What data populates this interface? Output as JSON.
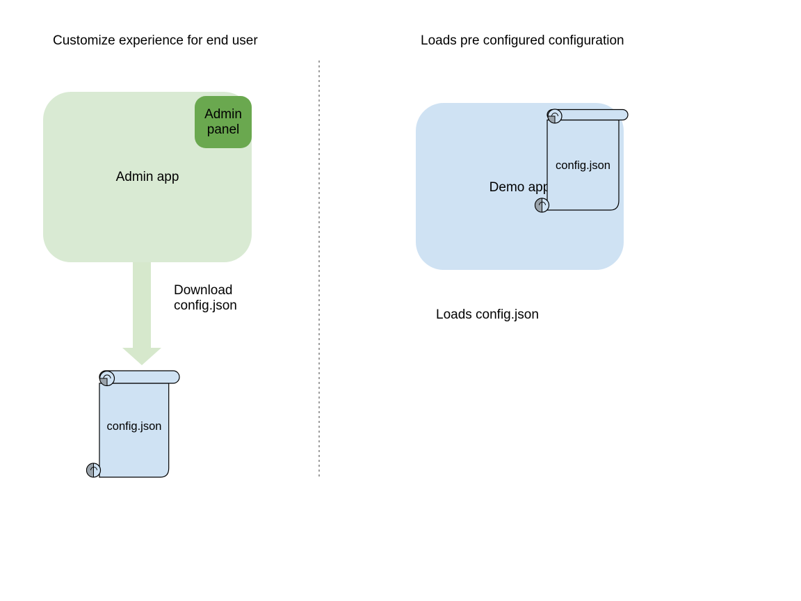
{
  "left": {
    "header": "Customize experience for end user",
    "admin_app_label": "Admin app",
    "admin_panel_label": "Admin panel",
    "download_caption": "Download config.json",
    "config_file_label": "config.json"
  },
  "right": {
    "header": "Loads pre configured configuration",
    "demo_app_label": "Demo app",
    "config_file_label": "config.json",
    "loads_caption": "Loads config.json"
  },
  "colors": {
    "app_green": "#d9ead3",
    "panel_green": "#6aa84f",
    "arrow_green": "#d6e8cc",
    "file_blue": "#cfe2f3",
    "curl_gray": "#9aa3ab",
    "outline": "#000000",
    "divider_gray": "#9e9e9e",
    "text": "#000000"
  }
}
